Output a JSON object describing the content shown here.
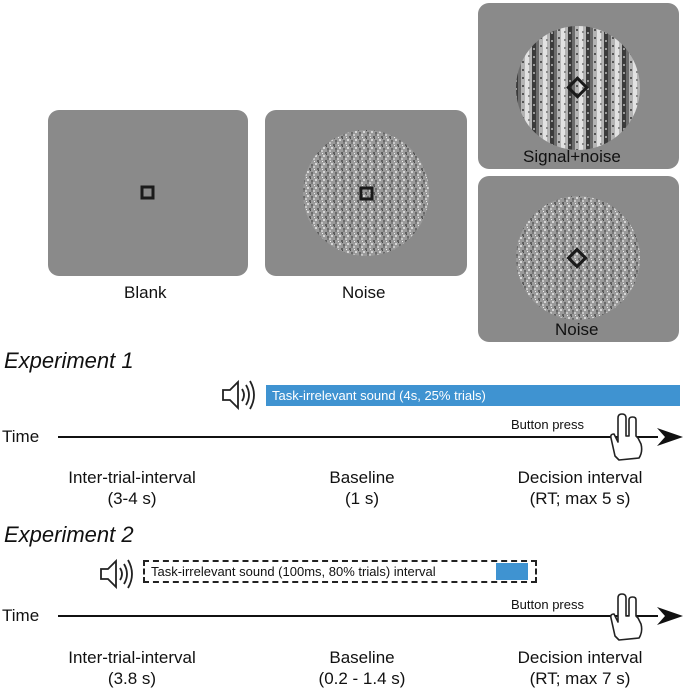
{
  "panels": {
    "blank_label": "Blank",
    "noise_label": "Noise",
    "signal_label": "Signal+noise",
    "noise_right_label": "Noise"
  },
  "experiment1": {
    "title": "Experiment 1",
    "sound_bar": "Task-irrelevant sound (4s, 25% trials)",
    "time_label": "Time",
    "button_press": "Button press",
    "phase1_name": "Inter-trial-interval",
    "phase1_value": "(3-4 s)",
    "phase2_name": "Baseline",
    "phase2_value": "(1 s)",
    "phase3_name": "Decision interval",
    "phase3_value": "(RT; max 5 s)"
  },
  "experiment2": {
    "title": "Experiment 2",
    "sound_box": "Task-irrelevant sound (100ms, 80% trials) interval",
    "time_label": "Time",
    "button_press": "Button press",
    "phase1_name": "Inter-trial-interval",
    "phase1_value": "(3.8 s)",
    "phase2_name": "Baseline",
    "phase2_value": "(0.2 - 1.4 s)",
    "phase3_name": "Decision interval",
    "phase3_value": "(RT; max 7 s)"
  },
  "colors": {
    "panel_gray": "#8a8a8a",
    "sound_blue": "#3f93d1",
    "ink": "#111111"
  },
  "icons": [
    "speaker-icon",
    "pointing-hand-icon",
    "arrow-right-icon"
  ]
}
